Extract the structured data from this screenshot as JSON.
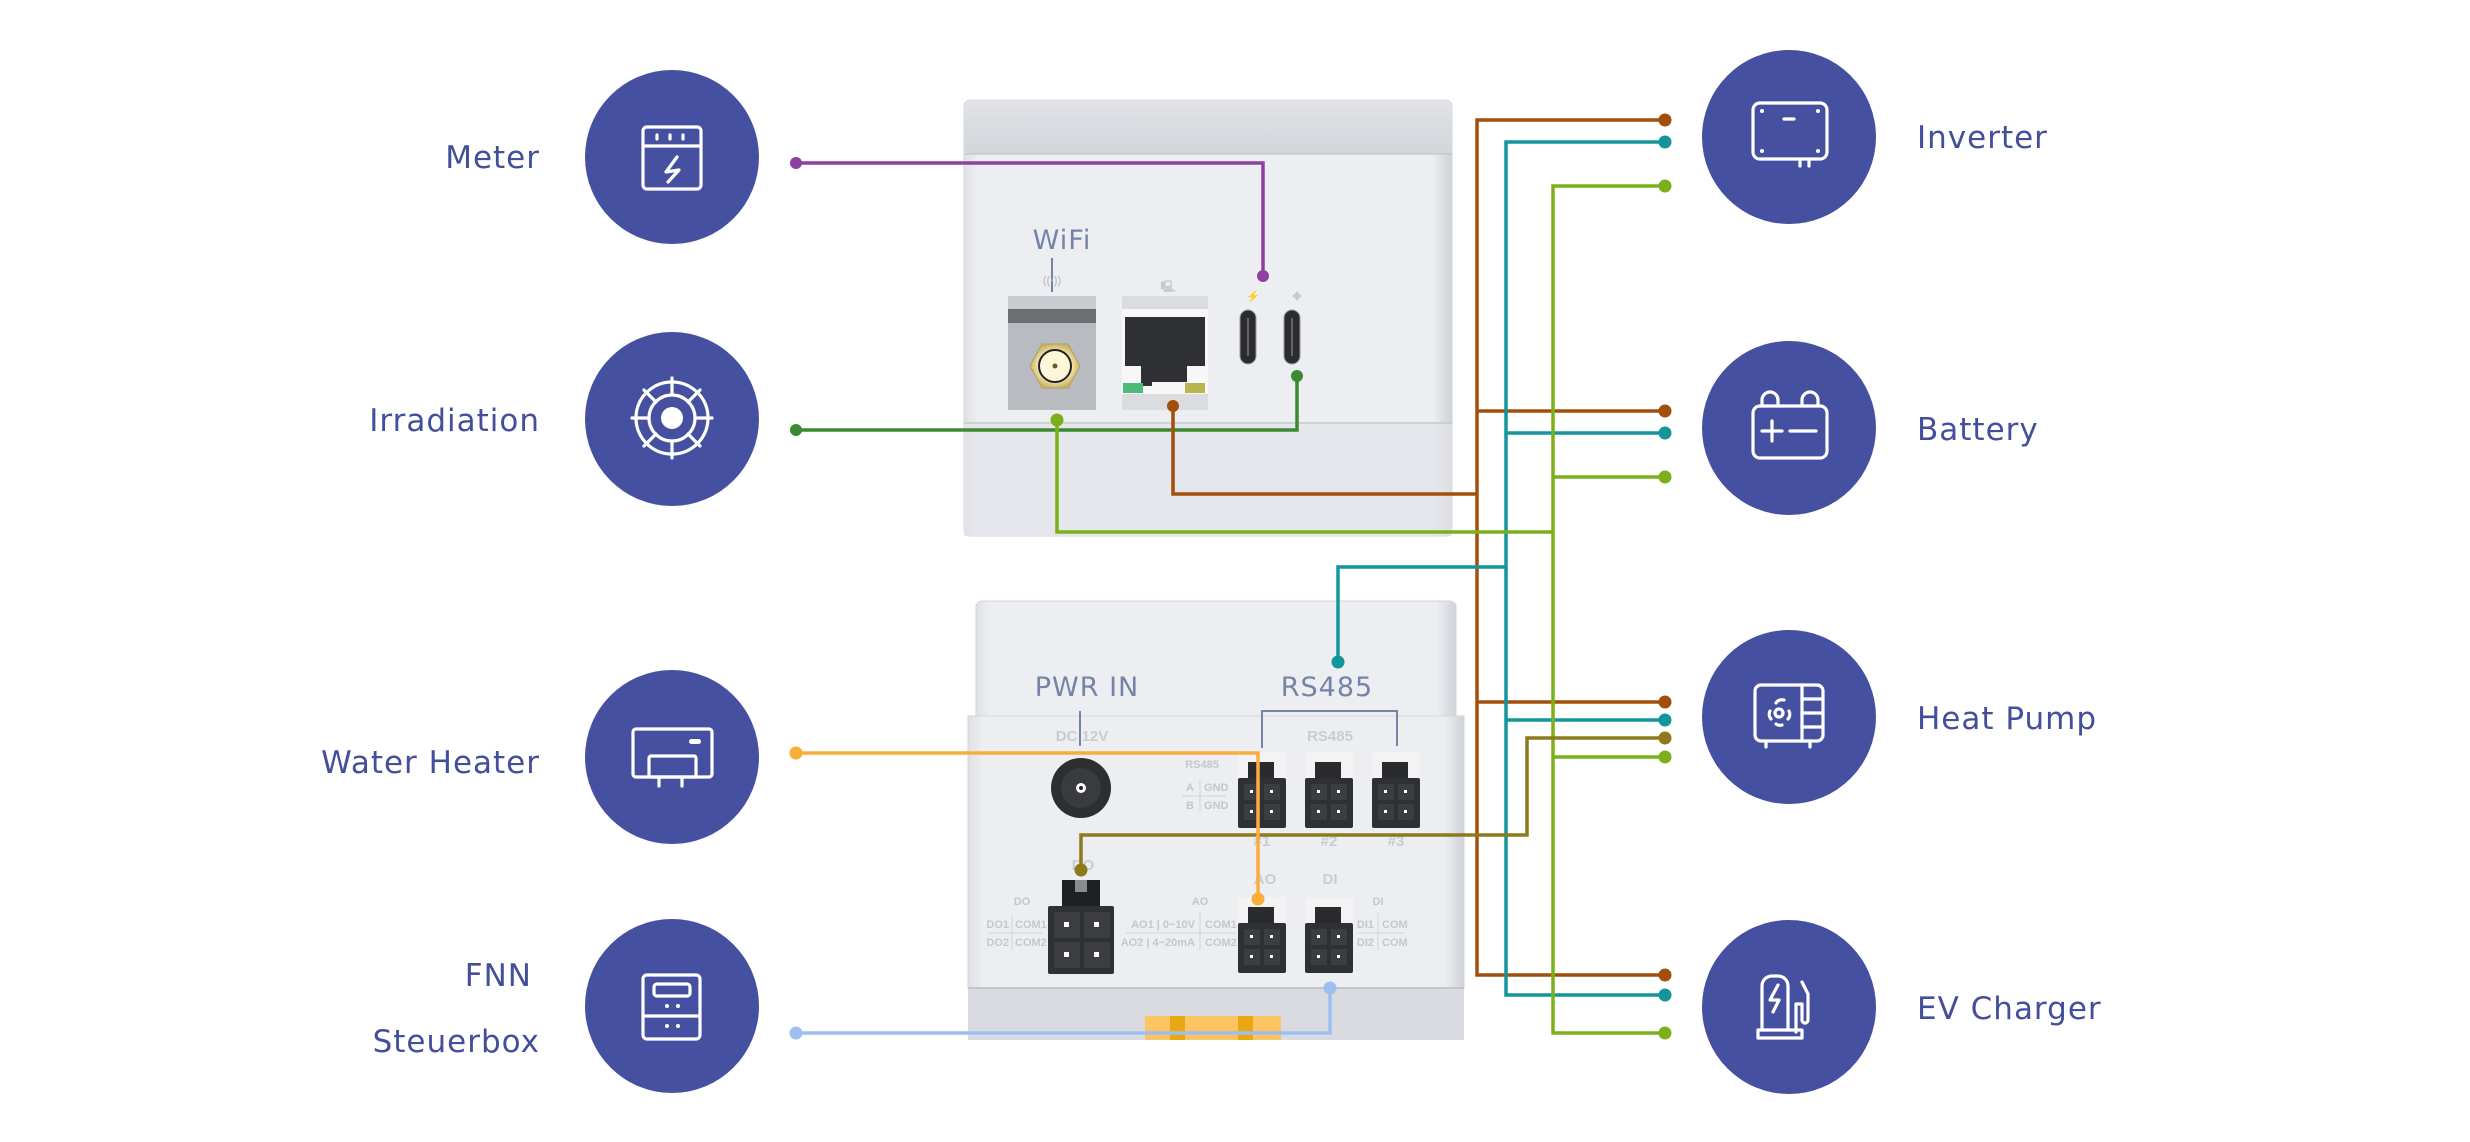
{
  "colors": {
    "icon_circle": "#4650a0",
    "label_text": "#434f9c",
    "device_label": "#7583a6",
    "meter_wire": "#8e3fa1",
    "irradiation_wire": "#3b8a32",
    "ethernet_bus": "#a24f0c",
    "rs485_bus": "#13959b",
    "wifi_bus": "#7cb01a",
    "water_heater_wire": "#f9ae3b",
    "do_wire": "#8c7a1c",
    "fnn_wire": "#9fbef0"
  },
  "left_devices": [
    {
      "id": "meter",
      "label": "Meter",
      "icon": "meter-icon"
    },
    {
      "id": "irradiation",
      "label": "Irradiation",
      "icon": "irradiation-sensor-icon"
    },
    {
      "id": "water-heater",
      "label": "Water Heater",
      "icon": "water-heater-icon"
    },
    {
      "id": "fnn",
      "label_line1": "FNN",
      "label_line2": "Steuerbox",
      "icon": "control-box-icon"
    }
  ],
  "right_devices": [
    {
      "id": "inverter",
      "label": "Inverter",
      "icon": "inverter-icon"
    },
    {
      "id": "battery",
      "label": "Battery",
      "icon": "battery-icon"
    },
    {
      "id": "heat-pump",
      "label": "Heat Pump",
      "icon": "heat-pump-icon"
    },
    {
      "id": "ev-charger",
      "label": "EV Charger",
      "icon": "ev-charger-icon"
    }
  ],
  "upper_unit": {
    "wifi_label": "WiFi",
    "ports": [
      "wifi-antenna-port",
      "ethernet-port",
      "usb-c-meter-port",
      "usb-c-sensor-port"
    ]
  },
  "lower_unit": {
    "pwr_label": "PWR IN",
    "pwr_sub": "DC 12V",
    "rs485_label": "RS485",
    "rs485_sub": "RS485",
    "rs485_legend_title": "RS485",
    "rs485_legend": [
      "A",
      "GND",
      "B",
      "GND"
    ],
    "rs485_ports": [
      "#1",
      "#2",
      "#3"
    ],
    "do_label": "DO",
    "do_legend_title": "DO",
    "do_legend": [
      "DO1",
      "COM1",
      "DO2",
      "COM2"
    ],
    "ao_label": "AO",
    "ao_legend_title": "AO",
    "ao_legend": [
      "AO1 | 0~10V",
      "COM1",
      "AO2 | 4~20mA",
      "COM2"
    ],
    "di_label": "DI",
    "di_legend_title": "DI",
    "di_legend": [
      "DI1",
      "COM",
      "DI2",
      "COM"
    ]
  }
}
